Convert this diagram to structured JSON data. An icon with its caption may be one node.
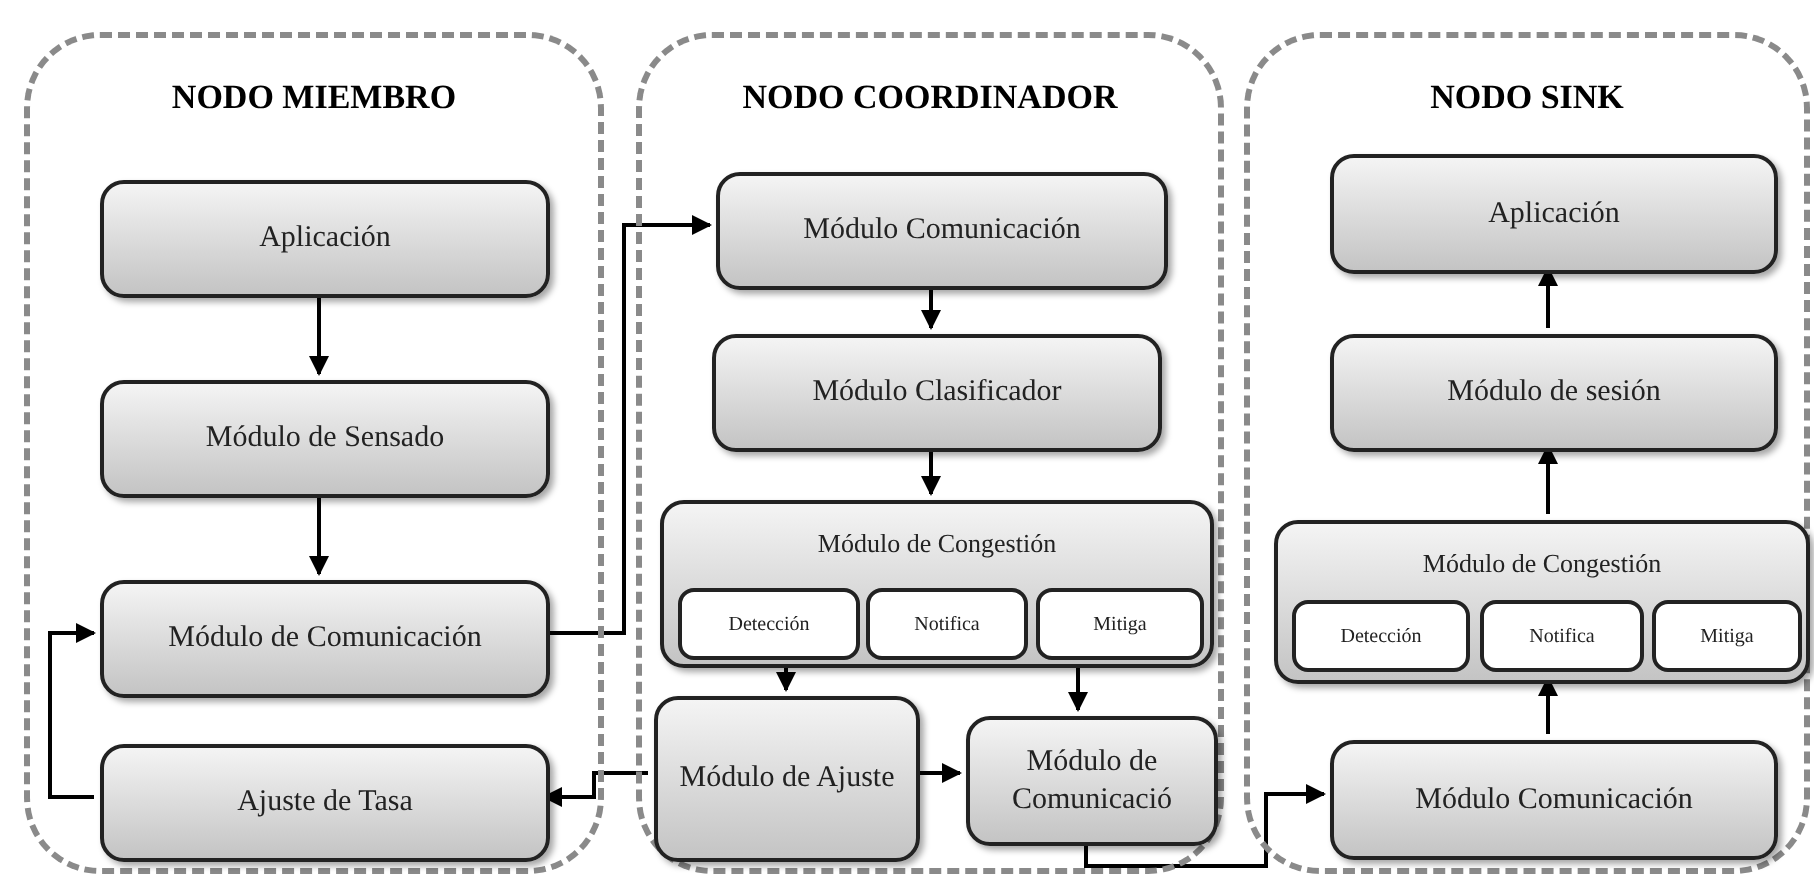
{
  "diagram": {
    "nodes": [
      {
        "text": [
          "NODO MIEMBRO"
        ]
      },
      {
        "text": [
          "Aplicación"
        ],
        "in": 0
      },
      {
        "text": [
          "Módulo de Sensado"
        ],
        "in": 0
      },
      {
        "text": [
          "Módulo de Comunicación"
        ],
        "in": 0
      },
      {
        "text": [
          "Ajuste de Tasa"
        ],
        "in": 0
      },
      {
        "text": [
          "NODO COORDINADOR"
        ]
      },
      {
        "text": [
          "Módulo Comunicación"
        ],
        "in": 5
      },
      {
        "text": [
          "Módulo Clasificador"
        ],
        "in": 5
      },
      {
        "text": [
          "Módulo de Congestión"
        ],
        "in": 5
      },
      {
        "text": [
          "Detección"
        ],
        "in": 8
      },
      {
        "text": [
          "Notifica"
        ],
        "in": 8
      },
      {
        "text": [
          "Mitiga"
        ],
        "in": 8
      },
      {
        "text": [
          "Módulo de Ajuste"
        ],
        "in": 5
      },
      {
        "text": [
          "Módulo de Comunicació"
        ],
        "in": 5
      },
      {
        "text": [
          "NODO SINK"
        ]
      },
      {
        "text": [
          "Aplicación"
        ],
        "in": 14
      },
      {
        "text": [
          "Módulo de sesión"
        ],
        "in": 14
      },
      {
        "text": [
          "Módulo de Congestión"
        ],
        "in": 14
      },
      {
        "text": [
          "Detección"
        ],
        "in": 17
      },
      {
        "text": [
          "Notifica"
        ],
        "in": 17
      },
      {
        "text": [
          "Mitiga"
        ],
        "in": 17
      },
      {
        "text": [
          "Módulo Comunicación"
        ],
        "in": 14
      }
    ],
    "edges": [
      {
        "from": 1,
        "to": 2,
        "arrow": "to"
      },
      {
        "from": 2,
        "to": 3,
        "arrow": "to"
      },
      {
        "from": 3,
        "to": 6,
        "arrow": "to"
      },
      {
        "from": 4,
        "to": 3,
        "arrow": "to"
      },
      {
        "from": 12,
        "to": 4,
        "arrow": "to"
      },
      {
        "from": 6,
        "to": 7,
        "arrow": "to"
      },
      {
        "from": 7,
        "to": 8,
        "arrow": "to"
      },
      {
        "from": 8,
        "to": 12,
        "arrow": "to"
      },
      {
        "from": 8,
        "to": 13,
        "arrow": "to"
      },
      {
        "from": 12,
        "to": 13,
        "arrow": "to"
      },
      {
        "from": 13,
        "to": 21,
        "arrow": "to"
      },
      {
        "from": 21,
        "to": 17,
        "arrow": "to"
      },
      {
        "from": 17,
        "to": 16,
        "arrow": "to"
      },
      {
        "from": 16,
        "to": 15,
        "arrow": "to"
      }
    ]
  }
}
